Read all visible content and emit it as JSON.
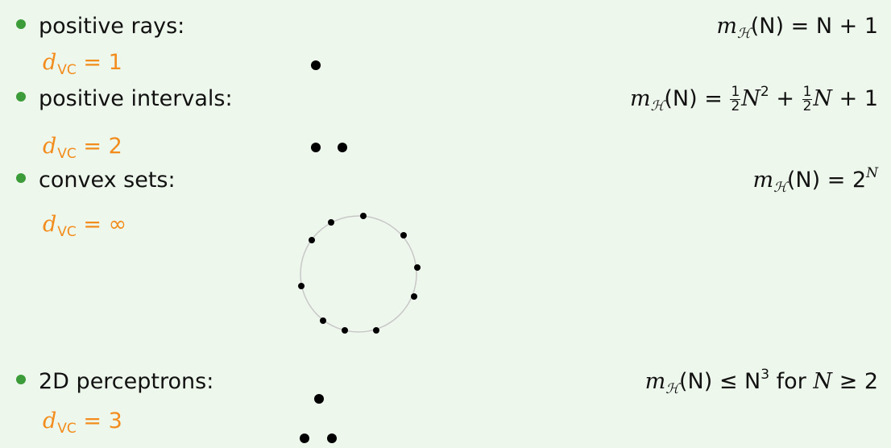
{
  "items": [
    {
      "label": "positive rays:",
      "dvc_symbol": "d",
      "dvc_sub": "VC",
      "dvc_value": "= 1",
      "formula": {
        "lhs": "m",
        "lhs_sub": "ℋ",
        "arg": "(N)",
        "rhs": "= N + 1"
      }
    },
    {
      "label": "positive intervals:",
      "dvc_symbol": "d",
      "dvc_sub": "VC",
      "dvc_value": "= 2",
      "formula": {
        "lhs": "m",
        "lhs_sub": "ℋ",
        "arg": "(N)",
        "eq": "=",
        "frac1_num": "1",
        "frac1_den": "2",
        "term1": "N",
        "term1_exp": "2",
        "plus1": "+",
        "frac2_num": "1",
        "frac2_den": "2",
        "term2": "N",
        "tail": "+ 1"
      }
    },
    {
      "label": "convex sets:",
      "dvc_symbol": "d",
      "dvc_sub": "VC",
      "dvc_value": "= ∞",
      "formula": {
        "lhs": "m",
        "lhs_sub": "ℋ",
        "arg": "(N)",
        "eq": "= 2",
        "exp": "N"
      }
    },
    {
      "label": "2D perceptrons:",
      "dvc_symbol": "d",
      "dvc_sub": "VC",
      "dvc_value": "= 3",
      "formula": {
        "lhs": "m",
        "lhs_sub": "ℋ",
        "arg": "(N)",
        "leq": "≤ N",
        "exp": "3",
        "cond": "for",
        "cond_var": "N",
        "cond_rel": "≥ 2"
      }
    }
  ],
  "colors": {
    "bullet": "#3c9c3a",
    "dvc": "#f28c1c",
    "background": "#eef7ec",
    "circle": "#c8c8c8",
    "dot": "#000000"
  }
}
